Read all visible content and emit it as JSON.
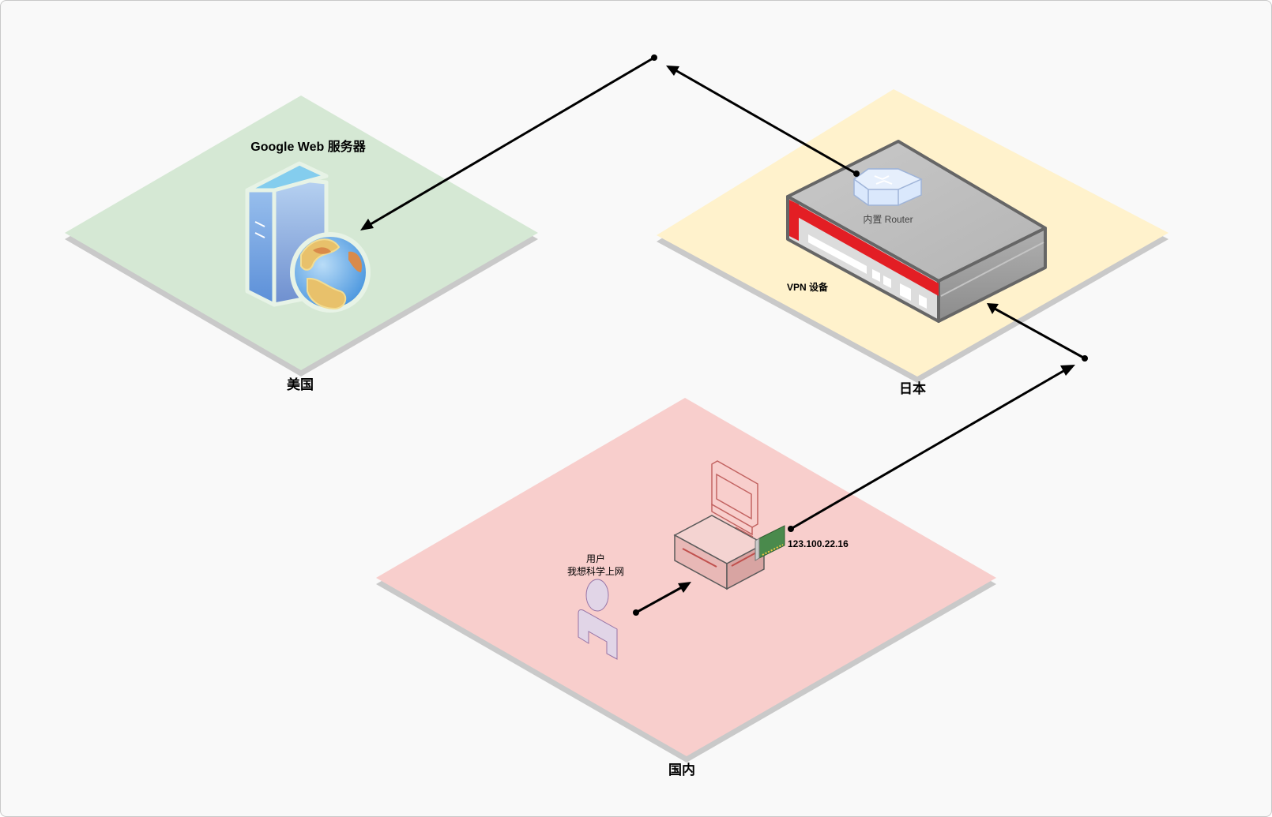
{
  "regions": {
    "usa": "美国",
    "japan": "日本",
    "domestic": "国内"
  },
  "nodes": {
    "web_server": "Google Web 服务器",
    "vpn_device": "VPN 设备",
    "router": "内置 Router",
    "ip_address": "123.100.22.16",
    "user_line1": "用户",
    "user_line2": "我想科学上网"
  },
  "colors": {
    "usa_plane": "#d5e8d4",
    "japan_plane": "#fff2cc",
    "domestic_plane": "#f8cecc",
    "vpn_accent": "#e31e24",
    "user": "#e1d5e7"
  },
  "icons": [
    "server-icon",
    "globe-icon",
    "vpn-device-icon",
    "router-icon",
    "computer-icon",
    "network-card-icon",
    "user-icon"
  ]
}
